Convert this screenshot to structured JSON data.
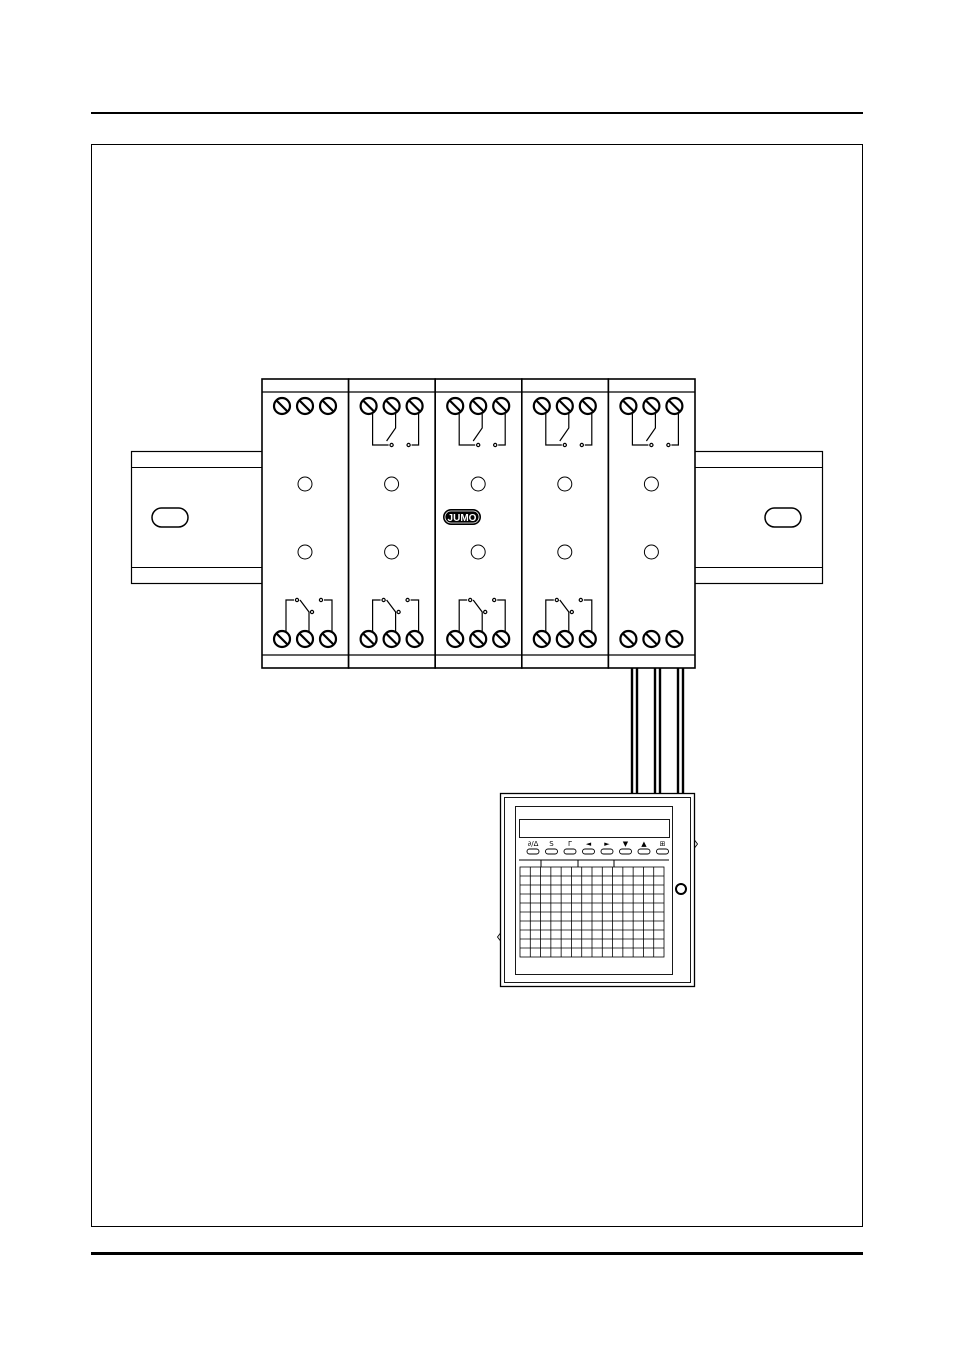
{
  "brand": {
    "logo_text": "JUMO"
  },
  "din_rail": {
    "mounting_slots": 2
  },
  "relay_modules": [
    {
      "id": "module-1",
      "top_terminals": 3,
      "bottom_terminals": 3,
      "top_contact": false,
      "bottom_contact": true,
      "leds": 2
    },
    {
      "id": "module-2",
      "top_terminals": 3,
      "bottom_terminals": 3,
      "top_contact": true,
      "bottom_contact": true,
      "leds": 2
    },
    {
      "id": "module-3",
      "top_terminals": 3,
      "bottom_terminals": 3,
      "top_contact": true,
      "bottom_contact": true,
      "leds": 2
    },
    {
      "id": "module-4",
      "top_terminals": 3,
      "bottom_terminals": 3,
      "top_contact": true,
      "bottom_contact": true,
      "leds": 2
    },
    {
      "id": "module-5",
      "top_terminals": 3,
      "bottom_terminals": 3,
      "top_contact": true,
      "bottom_contact": false,
      "leds": 2
    }
  ],
  "connection_cable": {
    "wires": 3
  },
  "controller": {
    "keys": [
      "∂/Δ",
      "S",
      "Γ",
      "◄",
      "►",
      "▼",
      "▲",
      "⊞"
    ],
    "chart_grid": {
      "columns": 14,
      "rows": 10
    }
  }
}
